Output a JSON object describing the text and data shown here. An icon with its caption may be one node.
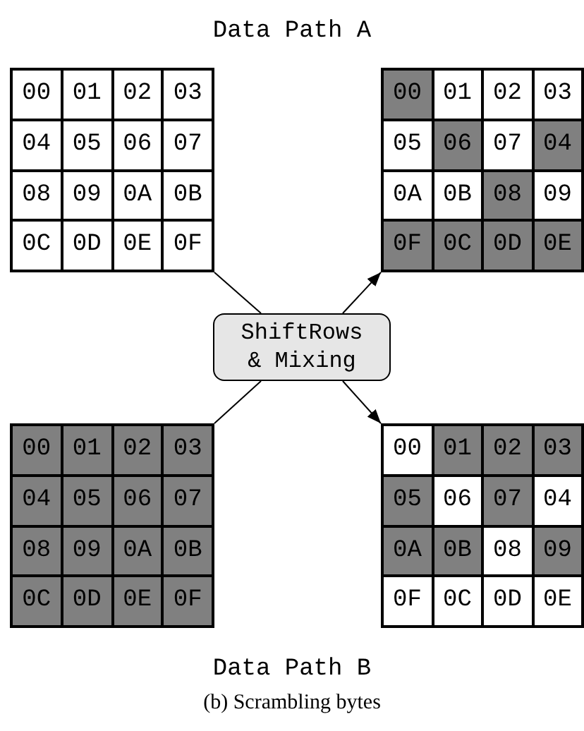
{
  "diagram": {
    "caption": "(b) Scrambling bytes",
    "nodes": [
      {
        "text": [],
        "shape": "box"
      },
      {
        "text": [
          "00"
        ],
        "in": 0
      },
      {
        "text": [
          "01"
        ],
        "in": 0
      },
      {
        "text": [
          "02"
        ],
        "in": 0
      },
      {
        "text": [
          "03"
        ],
        "in": 0
      },
      {
        "text": [
          "04"
        ],
        "in": 0
      },
      {
        "text": [
          "05"
        ],
        "in": 0
      },
      {
        "text": [
          "06"
        ],
        "in": 0
      },
      {
        "text": [
          "07"
        ],
        "in": 0
      },
      {
        "text": [
          "08"
        ],
        "in": 0
      },
      {
        "text": [
          "09"
        ],
        "in": 0
      },
      {
        "text": [
          "0A"
        ],
        "in": 0
      },
      {
        "text": [
          "0B"
        ],
        "in": 0
      },
      {
        "text": [
          "0C"
        ],
        "in": 0
      },
      {
        "text": [
          "0D"
        ],
        "in": 0
      },
      {
        "text": [
          "0E"
        ],
        "in": 0
      },
      {
        "text": [
          "0F"
        ],
        "in": 0
      },
      {
        "text": [],
        "shape": "box"
      },
      {
        "text": [
          "00"
        ],
        "in": 17
      },
      {
        "text": [
          "01"
        ],
        "in": 17
      },
      {
        "text": [
          "02"
        ],
        "in": 17
      },
      {
        "text": [
          "03"
        ],
        "in": 17
      },
      {
        "text": [
          "05"
        ],
        "in": 17
      },
      {
        "text": [
          "06"
        ],
        "in": 17
      },
      {
        "text": [
          "07"
        ],
        "in": 17
      },
      {
        "text": [
          "04"
        ],
        "in": 17
      },
      {
        "text": [
          "0A"
        ],
        "in": 17
      },
      {
        "text": [
          "0B"
        ],
        "in": 17
      },
      {
        "text": [
          "08"
        ],
        "in": 17
      },
      {
        "text": [
          "09"
        ],
        "in": 17
      },
      {
        "text": [
          "0F"
        ],
        "in": 17
      },
      {
        "text": [
          "0C"
        ],
        "in": 17
      },
      {
        "text": [
          "0D"
        ],
        "in": 17
      },
      {
        "text": [
          "0E"
        ],
        "in": 17
      },
      {
        "text": [
          "ShiftRows & Mixing"
        ]
      },
      {
        "text": [],
        "shape": "box"
      },
      {
        "text": [
          "00"
        ],
        "in": 35
      },
      {
        "text": [
          "01"
        ],
        "in": 35
      },
      {
        "text": [
          "02"
        ],
        "in": 35
      },
      {
        "text": [
          "03"
        ],
        "in": 35
      },
      {
        "text": [
          "04"
        ],
        "in": 35
      },
      {
        "text": [
          "05"
        ],
        "in": 35
      },
      {
        "text": [
          "06"
        ],
        "in": 35
      },
      {
        "text": [
          "07"
        ],
        "in": 35
      },
      {
        "text": [
          "08"
        ],
        "in": 35
      },
      {
        "text": [
          "09"
        ],
        "in": 35
      },
      {
        "text": [
          "0A"
        ],
        "in": 35
      },
      {
        "text": [
          "0B"
        ],
        "in": 35
      },
      {
        "text": [
          "0C"
        ],
        "in": 35
      },
      {
        "text": [
          "0D"
        ],
        "in": 35
      },
      {
        "text": [
          "0E"
        ],
        "in": 35
      },
      {
        "text": [
          "0F"
        ],
        "in": 35
      },
      {
        "text": [],
        "shape": "box"
      },
      {
        "text": [
          "00"
        ],
        "in": 52
      },
      {
        "text": [
          "01"
        ],
        "in": 52
      },
      {
        "text": [
          "02"
        ],
        "in": 52
      },
      {
        "text": [
          "03"
        ],
        "in": 52
      },
      {
        "text": [
          "05"
        ],
        "in": 52
      },
      {
        "text": [
          "06"
        ],
        "in": 52
      },
      {
        "text": [
          "07"
        ],
        "in": 52
      },
      {
        "text": [
          "04"
        ],
        "in": 52
      },
      {
        "text": [
          "0A"
        ],
        "in": 52
      },
      {
        "text": [
          "0B"
        ],
        "in": 52
      },
      {
        "text": [
          "08"
        ],
        "in": 52
      },
      {
        "text": [
          "09"
        ],
        "in": 52
      },
      {
        "text": [
          "0F"
        ],
        "in": 52
      },
      {
        "text": [
          "0C"
        ],
        "in": 52
      },
      {
        "text": [
          "0D"
        ],
        "in": 52
      },
      {
        "text": [
          "0E"
        ],
        "in": 52
      }
    ],
    "edges": [
      {
        "from": 0,
        "to": 34,
        "arrow": "none"
      },
      {
        "from": 34,
        "to": 17,
        "arrow": "to"
      },
      {
        "from": 35,
        "to": 34,
        "arrow": "none"
      },
      {
        "from": 34,
        "to": 52,
        "arrow": "to"
      }
    ],
    "labels": [
      "Data Path A",
      "Data Path B"
    ]
  }
}
